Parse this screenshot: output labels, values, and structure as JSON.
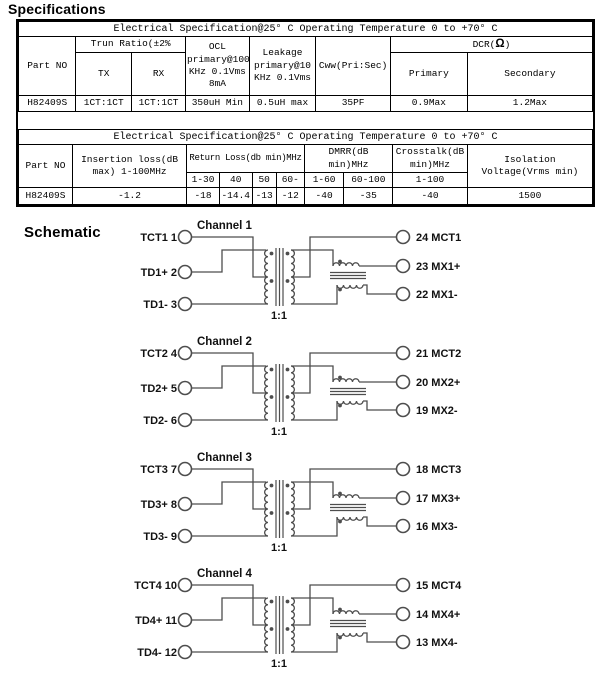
{
  "headings": {
    "specifications": "Specifications",
    "schematic": "Schematic"
  },
  "colors": {
    "wire": "#4d4d4d",
    "label": "#111111",
    "border": "#000000"
  },
  "table1": {
    "title": "Electrical Specification@25° C Operating Temperature 0 to +70° C",
    "col_part_no": "Part NO",
    "col_trun_ratio": "Trun Ratio(±2%",
    "col_tx": "TX",
    "col_rx": "RX",
    "col_ocl": "OCL\nprimary@100\nKHz 0.1Vms\n8mA",
    "col_leakage": "Leakage\nprimary@10\nKHz 0.1Vms",
    "col_cww": "Cww(Pri:Sec)",
    "dcr_prefix": "DCR(",
    "dcr_omega": "Ω",
    "dcr_suffix": ")",
    "col_primary": "Primary",
    "col_secondary": "Secondary",
    "row": {
      "part_no": "H82409S",
      "tx": "1CT:1CT",
      "rx": "1CT:1CT",
      "ocl": "350uH Min",
      "leakage": "0.5uH max",
      "cww": "35PF",
      "primary": "0.9Max",
      "secondary": "1.2Max"
    }
  },
  "table2": {
    "title": "Electrical Specification@25° C Operating Temperature 0 to +70° C",
    "col_part_no": "Part NO",
    "col_insertion": "Insertion loss(dB max) 1-100MHz",
    "col_return_loss": "Return Loss(db min)MHz",
    "rl_subs": [
      "1-30",
      "40",
      "50",
      "60-"
    ],
    "col_dmrr": "DMRR(dB min)MHz",
    "dmrr_subs": [
      "1-60",
      "60-100"
    ],
    "col_crosstalk": "Crosstalk(dB min)MHz",
    "crosstalk_sub": "1-100",
    "col_isolation": "Isolation Voltage(Vrms min)",
    "row": {
      "part_no": "H82409S",
      "insertion": "-1.2",
      "rl": [
        "-18",
        "-14.4",
        "-13",
        "-12"
      ],
      "dmrr": [
        "-40",
        "-35"
      ],
      "crosstalk": "-40",
      "isolation": "1500"
    }
  },
  "schematic": {
    "ratio_label": "1:1",
    "channels": [
      {
        "name": "Channel 1",
        "left_pins": [
          "TCT1 1",
          "TD1+ 2",
          "TD1- 3"
        ],
        "right_pins": [
          "24 MCT1",
          "23 MX1+",
          "22 MX1-"
        ]
      },
      {
        "name": "Channel 2",
        "left_pins": [
          "TCT2 4",
          "TD2+ 5",
          "TD2- 6"
        ],
        "right_pins": [
          "21 MCT2",
          "20 MX2+",
          "19 MX2-"
        ]
      },
      {
        "name": "Channel 3",
        "left_pins": [
          "TCT3 7",
          "TD3+ 8",
          "TD3- 9"
        ],
        "right_pins": [
          "18 MCT3",
          "17 MX3+",
          "16 MX3-"
        ]
      },
      {
        "name": "Channel 4",
        "left_pins": [
          "TCT4 10",
          "TD4+ 11",
          "TD4- 12"
        ],
        "right_pins": [
          "15 MCT4",
          "14 MX4+",
          "13 MX4-"
        ]
      }
    ]
  }
}
